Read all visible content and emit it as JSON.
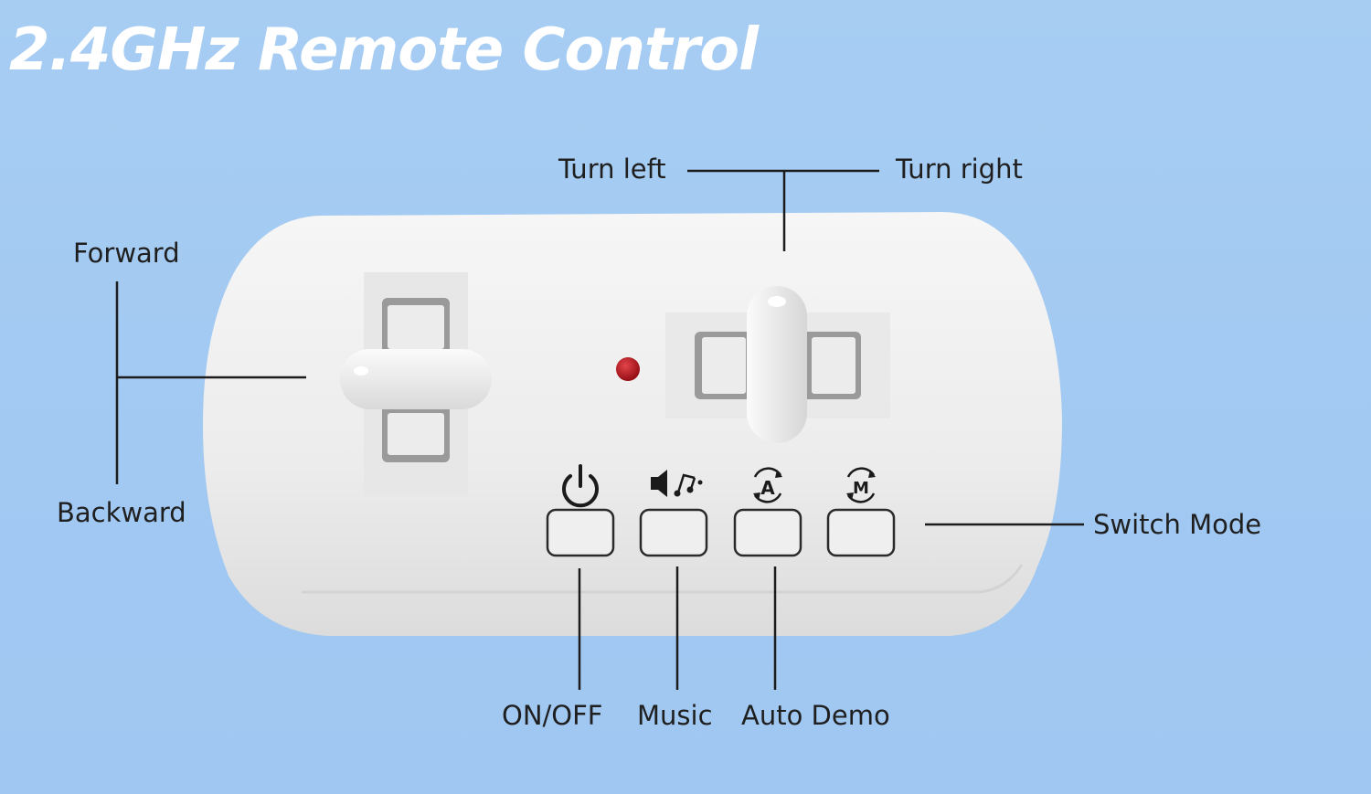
{
  "title": "2.4GHz Remote Control",
  "labels": {
    "forward": "Forward",
    "backward": "Backward",
    "turn_left": "Turn left",
    "turn_right": "Turn right",
    "switch_mode": "Switch Mode",
    "on_off": "ON/OFF",
    "music": "Music",
    "auto_demo": "Auto Demo"
  },
  "buttons": [
    {
      "name": "on-off",
      "icon": "power-icon"
    },
    {
      "name": "music",
      "icon": "speaker-music-icon"
    },
    {
      "name": "auto-demo",
      "icon": "auto-a-icon"
    },
    {
      "name": "switch-mode",
      "icon": "mode-m-icon"
    }
  ],
  "colors": {
    "background": "#a3caf2",
    "remote_body": "#ececec",
    "led": "#a30d14",
    "line": "#1c1c1c",
    "title": "#ffffff"
  }
}
